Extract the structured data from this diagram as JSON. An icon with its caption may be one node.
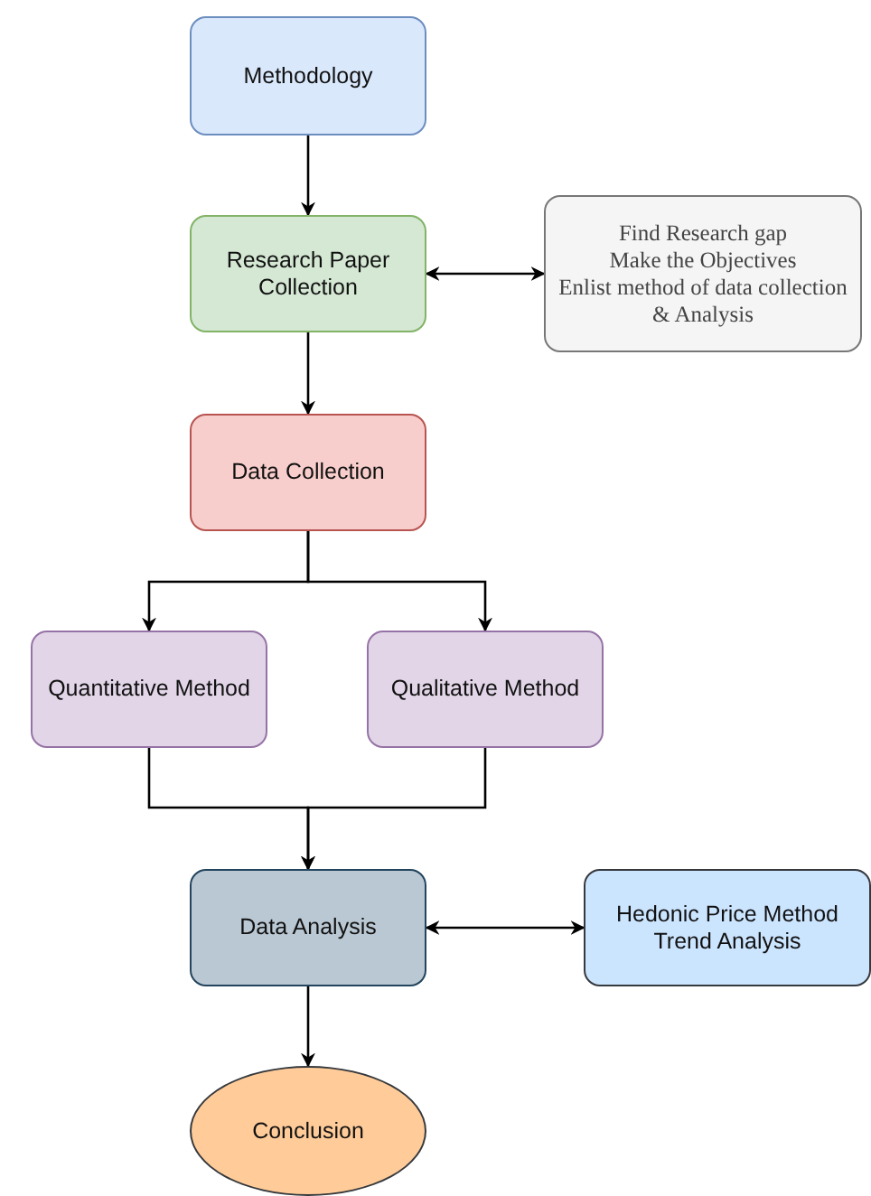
{
  "diagram": {
    "nodes": [
      {
        "text": [
          "Methodology"
        ]
      },
      {
        "text": [
          "Research Paper Collection"
        ]
      },
      {
        "text": [
          "Find Research gap",
          "Make the Objectives",
          "Enlist method of data collection & Analysis"
        ]
      },
      {
        "text": [
          "Data Collection"
        ]
      },
      {
        "text": [
          "Quantitative Method"
        ]
      },
      {
        "text": [
          "Qualitative Method"
        ]
      },
      {
        "text": [
          "Data Analysis"
        ]
      },
      {
        "text": [
          "Hedonic Price Method",
          "Trend Analysis"
        ]
      },
      {
        "text": [
          "Conclusion"
        ]
      }
    ],
    "edges": [
      {
        "from": 0,
        "to": 1,
        "arrow": "to"
      },
      {
        "from": 1,
        "to": 2,
        "arrow": "both"
      },
      {
        "from": 1,
        "to": 3,
        "arrow": "to"
      },
      {
        "from": 3,
        "to": 4,
        "arrow": "to"
      },
      {
        "from": 3,
        "to": 5,
        "arrow": "to"
      },
      {
        "from": 4,
        "to": 6,
        "arrow": "to"
      },
      {
        "from": 5,
        "to": 6,
        "arrow": "to"
      },
      {
        "from": 6,
        "to": 7,
        "arrow": "both"
      },
      {
        "from": 6,
        "to": 8,
        "arrow": "to"
      }
    ]
  }
}
